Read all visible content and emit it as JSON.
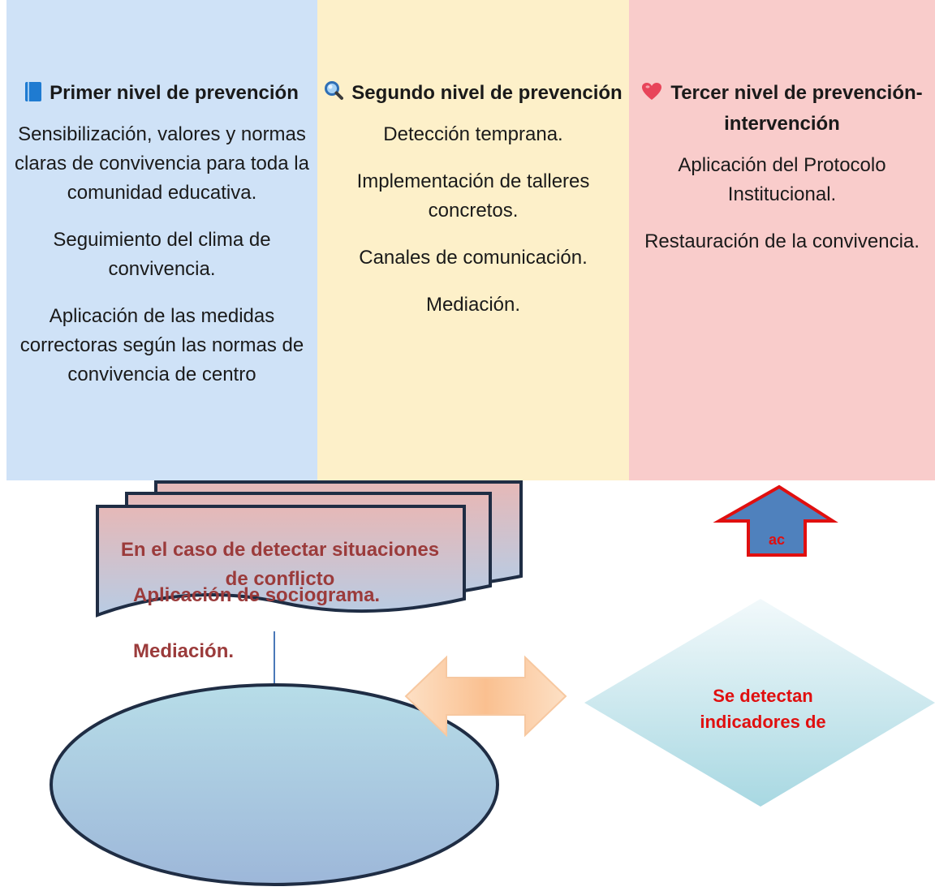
{
  "columns": [
    {
      "title": "Primer nivel de prevención",
      "icon": "book-icon",
      "items": [
        "Sensibilización, valores y normas claras de convivencia para toda la comunidad educativa.",
        "Seguimiento del clima de convivencia.",
        "Aplicación de las medidas correctoras según las normas de convivencia de centro"
      ]
    },
    {
      "title": "Segundo nivel de prevención",
      "icon": "magnifier-icon",
      "items": [
        "Detección temprana.",
        "Implementación de talleres concretos.",
        "Canales de comunicación.",
        "Mediación."
      ]
    },
    {
      "title": "Tercer nivel de prevención- intervención",
      "icon": "heart-icon",
      "items": [
        "Aplicación del Protocolo Institucional.",
        "Restauración de la convivencia."
      ]
    }
  ],
  "flow": {
    "document_text": "En el caso de detectar situaciones de conflicto",
    "ellipse_lines": [
      "Aplicación de sociograma.",
      "Mediación."
    ],
    "diamond_text": "Se detectan indicadores de",
    "up_arrow_text": "ac"
  },
  "colors": {
    "col1": "#cfe2f7",
    "col2": "#fdf0c9",
    "col3": "#f9cccb",
    "flow_text": "#9b3b3b",
    "alert_text": "#e00f0f",
    "up_arrow_fill": "#4f81bd",
    "double_arrow_fill": "#fac090"
  }
}
